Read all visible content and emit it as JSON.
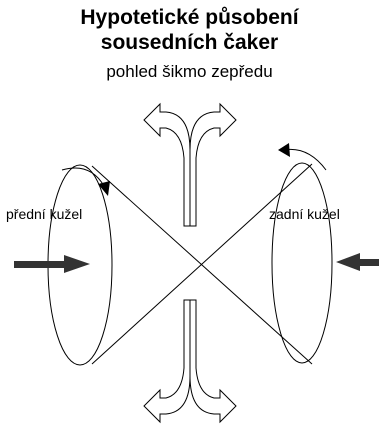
{
  "title_line1": "Hypotetické působení",
  "title_line2": "sousedních čaker",
  "subtitle": "pohled šikmo zepředu",
  "labels": {
    "front_cone": "přední kužel",
    "back_cone": "zadní kužel"
  },
  "colors": {
    "stroke": "#000000",
    "arrow_fill": "#333333",
    "background": "#ffffff"
  }
}
